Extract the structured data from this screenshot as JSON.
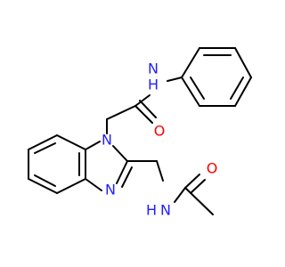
{
  "molecule": {
    "atoms": [
      {
        "id": "N_amide1",
        "label": "N",
        "h_label": "H",
        "color": "#2020ff"
      },
      {
        "id": "O_amide1",
        "label": "O",
        "color": "#ff0000"
      },
      {
        "id": "N_ring1",
        "label": "N",
        "color": "#2020ff"
      },
      {
        "id": "N_ring3",
        "label": "N",
        "color": "#2020ff"
      },
      {
        "id": "N_amide2",
        "label": "N",
        "h_label": "H",
        "color": "#2020ff"
      },
      {
        "id": "O_amide2",
        "label": "O",
        "color": "#ff0000"
      }
    ],
    "bond_color": "#000000"
  }
}
